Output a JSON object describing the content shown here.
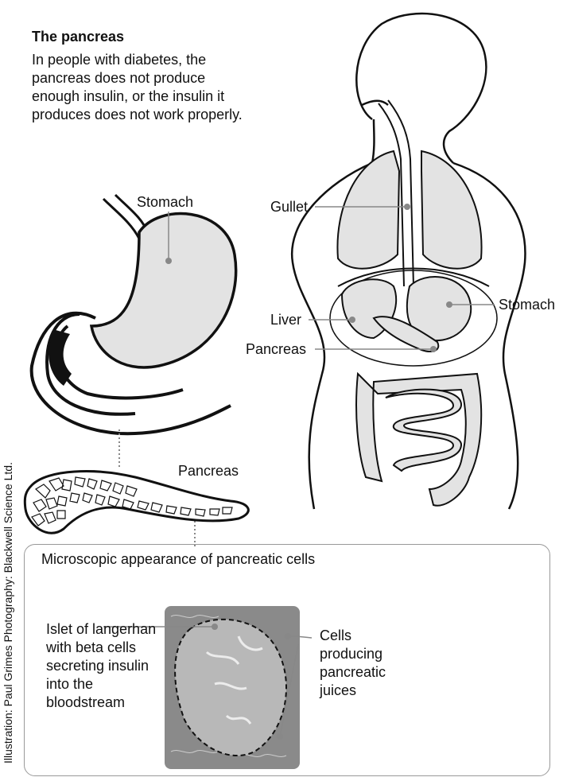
{
  "heading": {
    "title": "The pancreas",
    "text": "In people with diabetes, the pancreas does not produce enough insulin, or the insulin it produces does not work properly."
  },
  "labels": {
    "stomach_left": "Stomach",
    "pancreas_left": "Pancreas",
    "gullet": "Gullet",
    "liver": "Liver",
    "pancreas_body": "Pancreas",
    "stomach_body": "Stomach"
  },
  "microscope": {
    "title": "Microscopic appearance of pancreatic cells",
    "islet_label": "Islet of langerhan with beta cells secreting insulin into the bloodstream",
    "cells_label": "Cells producing pancreatic juices"
  },
  "credit": "Illustration: Paul Grimes Photography: Blackwell Science Ltd.",
  "colors": {
    "organ_fill": "#e3e3e3",
    "outline": "#111111",
    "leader": "#888888",
    "micrograph": "#8a8a8a"
  }
}
